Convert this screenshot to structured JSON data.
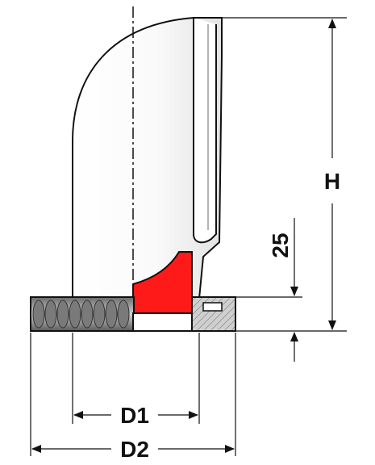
{
  "dimensions": {
    "height_label": "H",
    "flange_height_label": "25",
    "inner_diameter_label": "D1",
    "outer_diameter_label": "D2"
  },
  "colors": {
    "seal": "#ff1a1a",
    "outline": "#111111",
    "body_fill": "#ffffff",
    "shadow_fill": "#e8e8e8",
    "flange_dark": "#555555",
    "flange_light": "#bcbcbc",
    "hatch_fill": "#cfcfcf"
  }
}
